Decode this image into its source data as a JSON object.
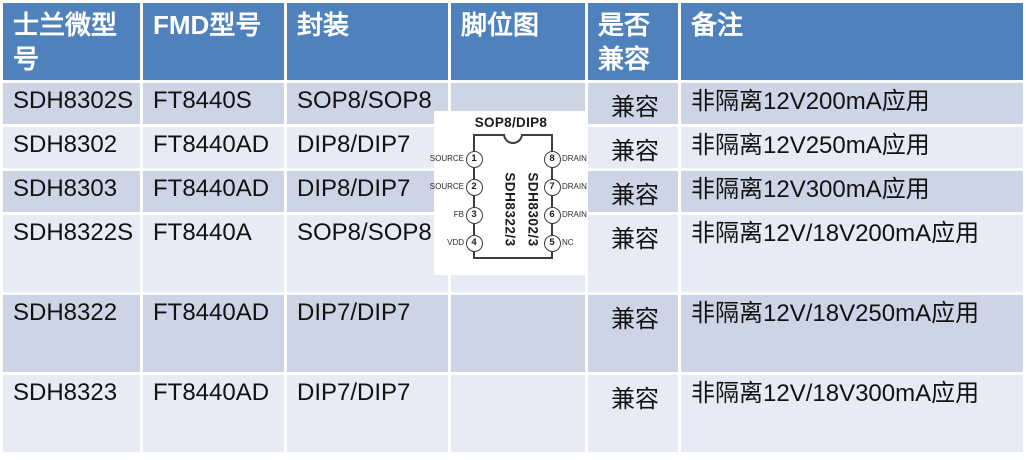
{
  "table": {
    "headers": [
      "士兰微型号",
      "FMD型号",
      "封装",
      "脚位图",
      "是否兼容",
      "备注"
    ],
    "rows": [
      {
        "silan": "SDH8302S",
        "fmd": "FT8440S",
        "pkg": "SOP8/SOP8",
        "compat": "兼容",
        "remark": "非隔离12V200mA应用"
      },
      {
        "silan": "SDH8302",
        "fmd": "FT8440AD",
        "pkg": "DIP8/DIP7",
        "compat": "兼容",
        "remark": "非隔离12V250mA应用"
      },
      {
        "silan": "SDH8303",
        "fmd": "FT8440AD",
        "pkg": "DIP8/DIP7",
        "compat": "兼容",
        "remark": "非隔离12V300mA应用"
      },
      {
        "silan": "SDH8322S",
        "fmd": "FT8440A",
        "pkg": "SOP8/SOP8",
        "compat": "兼容",
        "remark": "非隔离12V/18V200mA应用"
      },
      {
        "silan": "SDH8322",
        "fmd": "FT8440AD",
        "pkg": "DIP7/DIP7",
        "compat": "兼容",
        "remark": "非隔离12V/18V250mA应用"
      },
      {
        "silan": "SDH8323",
        "fmd": "FT8440AD",
        "pkg": "DIP7/DIP7",
        "compat": "兼容",
        "remark": "非隔离12V/18V300mA应用"
      }
    ]
  },
  "pinout": {
    "title": "SOP8/DIP8",
    "chip_left_label": "SDH8322/3",
    "chip_right_label": "SDH8302/3",
    "pins_left": [
      {
        "num": "1",
        "name": "SOURCE"
      },
      {
        "num": "2",
        "name": "SOURCE"
      },
      {
        "num": "3",
        "name": "FB"
      },
      {
        "num": "4",
        "name": "VDD"
      }
    ],
    "pins_right": [
      {
        "num": "8",
        "name": "DRAIN"
      },
      {
        "num": "7",
        "name": "DRAIN"
      },
      {
        "num": "6",
        "name": "DRAIN"
      },
      {
        "num": "5",
        "name": "NC"
      }
    ]
  },
  "colors": {
    "header_bg": "#4F81BD",
    "band_dark": "#CDD4E6",
    "band_light": "#E9EBF4",
    "header_text": "#FFFFFF",
    "body_text": "#121212"
  }
}
